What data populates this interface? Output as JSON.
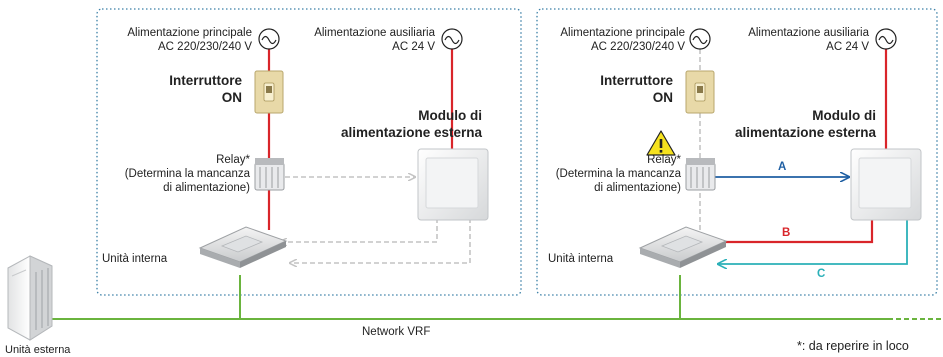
{
  "colors": {
    "power_line": "#d9252a",
    "network_line": "#6ab43e",
    "line_a": "#1f5fa3",
    "line_c": "#2bb0b8",
    "dashed": "#c4c4c4",
    "panel_border": "#3a7fa6"
  },
  "network": {
    "label": "Network VRF"
  },
  "outdoor_unit": {
    "label": "Unità esterna"
  },
  "footnote": "*: da reperire in loco",
  "panels": [
    {
      "main_power": {
        "title": "Alimentazione principale",
        "voltage": "AC 220/230/240 V"
      },
      "aux_power": {
        "title": "Alimentazione ausiliaria",
        "voltage": "AC 24 V"
      },
      "switch": {
        "line1": "Interruttore",
        "line2": "ON"
      },
      "module": {
        "line1": "Modulo di",
        "line2": "alimentazione esterna"
      },
      "relay": {
        "line1": "Relay*",
        "line2": "(Determina la mancanza",
        "line3": "di alimentazione)"
      },
      "indoor_unit": {
        "label": "Unità interna"
      }
    },
    {
      "main_power": {
        "title": "Alimentazione principale",
        "voltage": "AC 220/230/240 V"
      },
      "aux_power": {
        "title": "Alimentazione ausiliaria",
        "voltage": "AC 24 V"
      },
      "switch": {
        "line1": "Interruttore",
        "line2": "ON"
      },
      "module": {
        "line1": "Modulo di",
        "line2": "alimentazione esterna"
      },
      "relay": {
        "line1": "Relay*",
        "line2": "(Determina la mancanza",
        "line3": "di alimentazione)"
      },
      "indoor_unit": {
        "label": "Unità interna"
      },
      "connections": {
        "a": "A",
        "b": "B",
        "c": "C"
      }
    }
  ]
}
